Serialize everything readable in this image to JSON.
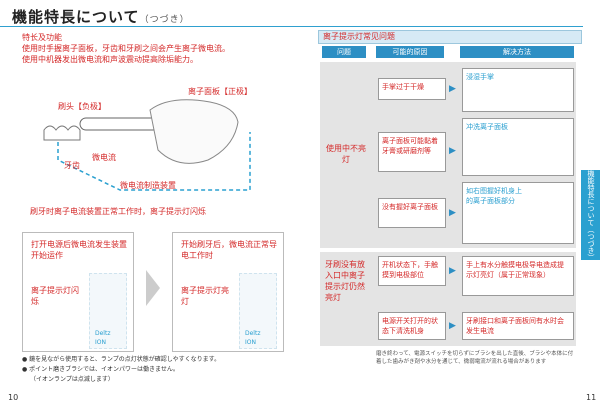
{
  "left": {
    "title": "機能特長について",
    "title_sub": "（つづき）",
    "section_head": "特长及功能",
    "desc1": "使用时手握离子面板，牙齿和牙刷之间会产生离子微电流。",
    "desc2": "使用中机器发出微电流和声波震动提高除垢能力。",
    "diagram": {
      "label_head": "刷头【负极】",
      "label_panel": "离子面板【正极】",
      "label_teeth": "牙齿",
      "label_current": "微电流",
      "label_device": "微电流制造装置"
    },
    "note": "刷牙时离子电流装置正常工作时，离子提示灯闪烁",
    "box1_text": "打开电源后微电流发生装置开始运作",
    "box1_sub": "离子提示灯闪烁",
    "box2_text": "开始刷牙后，微电流正常导电工作时",
    "box2_sub": "离子提示灯亮灯",
    "ion_text": "Deltz ION",
    "footnote1": "● 鏡を見ながら使用すると、ランプの点灯状態が確認しやすくなります。",
    "footnote2": "● ポイント磨きブラシでは、イオンパワーは働きません。",
    "footnote3": "（イオンランプは点滅します）",
    "page_num": "10"
  },
  "right": {
    "header": "离子提示灯常见问题",
    "col_problem": "问题",
    "col_cause": "可能的原因",
    "col_solution": "解决方法",
    "group1": "使用中不亮灯",
    "group2": "牙刷没有放入口中离子提示灯仍然亮灯",
    "rows": [
      {
        "cause": "手掌过于干燥",
        "solution": "浸湿手掌"
      },
      {
        "cause": "离子面板可能黏着牙膏或研磨剂等",
        "solution": "冲洗离子面板"
      },
      {
        "cause": "没有握好离子面板",
        "solution": "如右图握好机身上的离子面板部分"
      },
      {
        "cause": "开机状态下，手触摸到电极部位",
        "solution": "手上有水分触摸电极导电造成提示灯亮灯（属于正常现象）"
      },
      {
        "cause": "电源开关打开的状态下清洗机身",
        "solution": "牙刷接口和离子面板间有水时会发生电流"
      }
    ],
    "footnote": "磨き終わって、電源スイッチを切らずにブラシを出した直後、ブラシや本体に付着した歯みがき剤や水分を通じて、微弱電流が流れる場合があります",
    "side_tab": "機能特長について（つづき）",
    "page_num": "11"
  }
}
